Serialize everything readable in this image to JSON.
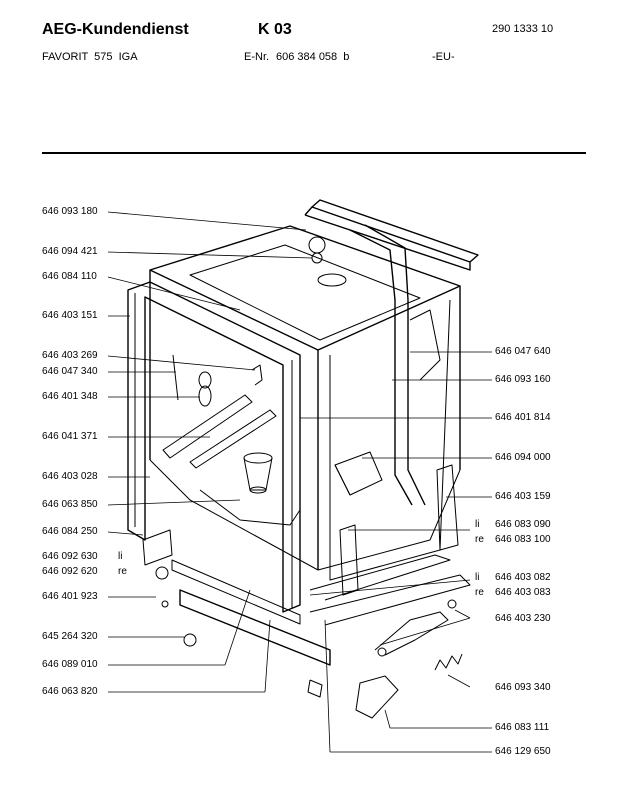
{
  "header": {
    "brand": "AEG-Kundendienst",
    "sheet": "K 03",
    "doc_number": "290 1333 10",
    "model": "FAVORIT  575  IGA",
    "enr_label": "E-Nr.",
    "enr_value": "606 384 058  b",
    "region": "-EU-"
  },
  "parts_left": [
    {
      "number": "646 093 180",
      "suffix": ""
    },
    {
      "number": "646 094 421",
      "suffix": ""
    },
    {
      "number": "646 084 110",
      "suffix": ""
    },
    {
      "number": "646 403 151",
      "suffix": ""
    },
    {
      "number": "646 403 269",
      "suffix": ""
    },
    {
      "number": "646 047 340",
      "suffix": ""
    },
    {
      "number": "646 401 348",
      "suffix": ""
    },
    {
      "number": "646 041 371",
      "suffix": ""
    },
    {
      "number": "646 403 028",
      "suffix": ""
    },
    {
      "number": "646 063 850",
      "suffix": ""
    },
    {
      "number": "646 084 250",
      "suffix": ""
    },
    {
      "number": "646 092 630",
      "suffix": "li"
    },
    {
      "number": "646 092 620",
      "suffix": "re"
    },
    {
      "number": "646 401 923",
      "suffix": ""
    },
    {
      "number": "645 264 320",
      "suffix": ""
    },
    {
      "number": "646 089 010",
      "suffix": ""
    },
    {
      "number": "646 063 820",
      "suffix": ""
    }
  ],
  "parts_right": [
    {
      "number": "646 047 640",
      "prefix": ""
    },
    {
      "number": "646 093 160",
      "prefix": ""
    },
    {
      "number": "646 401 814",
      "prefix": ""
    },
    {
      "number": "646 094 000",
      "prefix": ""
    },
    {
      "number": "646 403 159",
      "prefix": ""
    },
    {
      "number": "646 083 090",
      "prefix": "li"
    },
    {
      "number": "646 083 100",
      "prefix": "re"
    },
    {
      "number": "646 403 082",
      "prefix": "li"
    },
    {
      "number": "646 403 083",
      "prefix": "re"
    },
    {
      "number": "646 403 230",
      "prefix": ""
    },
    {
      "number": "646 093 340",
      "prefix": ""
    },
    {
      "number": "646 083 111",
      "prefix": ""
    },
    {
      "number": "646 129 650",
      "prefix": ""
    }
  ]
}
